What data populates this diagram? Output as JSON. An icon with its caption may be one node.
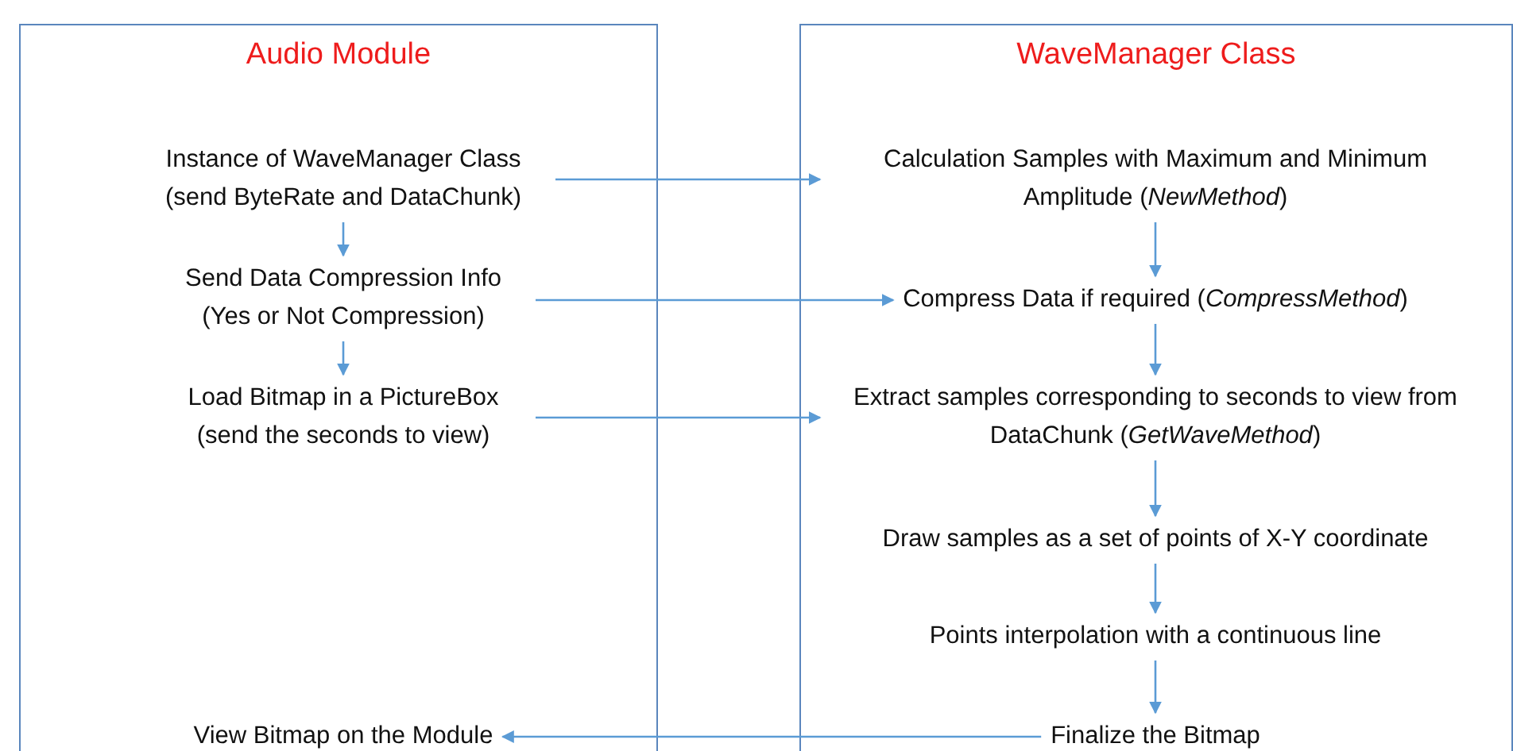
{
  "diagram": {
    "nodes": [
      {
        "text": [
          "Audio Module"
        ]
      },
      {
        "text": [
          "Instance of WaveManager Class (send ByteRate and DataChunk)"
        ],
        "in": 0
      },
      {
        "text": [
          "Send Data Compression Info (Yes or Not Compression)"
        ],
        "in": 0
      },
      {
        "text": [
          "Load Bitmap in a PictureBox (send the seconds to view)"
        ],
        "in": 0
      },
      {
        "text": [
          "View Bitmap on the Module"
        ],
        "in": 0
      },
      {
        "text": [
          "WaveManager Class"
        ]
      },
      {
        "text": [
          "Calculation Samples with Maximum and Minimum Amplitude (*NewMethod*)"
        ],
        "in": 5
      },
      {
        "text": [
          "Compress Data if required (*CompressMethod*)"
        ],
        "in": 5
      },
      {
        "text": [
          "Extract samples corresponding to seconds to view from DataChunk (*GetWaveMethod*)"
        ],
        "in": 5
      },
      {
        "text": [
          "Draw samples as a set of points of X-Y coordinate"
        ],
        "in": 5
      },
      {
        "text": [
          "Points interpolation with a continuous line"
        ],
        "in": 5
      },
      {
        "text": [
          "Finalize the Bitmap"
        ],
        "in": 5
      }
    ],
    "edges": [
      {
        "from": 1,
        "to": 2,
        "arrow": "to"
      },
      {
        "from": 2,
        "to": 3,
        "arrow": "to"
      },
      {
        "from": 1,
        "to": 6,
        "arrow": "to"
      },
      {
        "from": 2,
        "to": 7,
        "arrow": "to"
      },
      {
        "from": 3,
        "to": 8,
        "arrow": "to"
      },
      {
        "from": 6,
        "to": 7,
        "arrow": "to"
      },
      {
        "from": 7,
        "to": 8,
        "arrow": "to"
      },
      {
        "from": 8,
        "to": 9,
        "arrow": "to"
      },
      {
        "from": 9,
        "to": 10,
        "arrow": "to"
      },
      {
        "from": 10,
        "to": 11,
        "arrow": "to"
      },
      {
        "from": 11,
        "to": 4,
        "arrow": "to"
      }
    ]
  }
}
